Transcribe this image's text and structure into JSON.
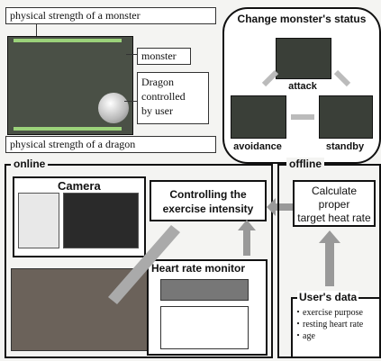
{
  "game_screen": {
    "monster_strength_label": "physical strength of a monster",
    "monster_label": "monster",
    "dragon_label_lines": [
      "Dragon",
      "controlled",
      "by user"
    ],
    "dragon_strength_label": "physical strength of a dragon"
  },
  "status_panel": {
    "title": "Change monster's status",
    "states": [
      "attack",
      "avoidance",
      "standby"
    ]
  },
  "online": {
    "title": "online",
    "camera_label": "Camera",
    "controller_lines": [
      "Controlling the",
      "exercise intensity"
    ],
    "heart_rate_label": "Heart rate monitor"
  },
  "offline": {
    "title": "offline",
    "calc_lines": [
      "Calculate",
      "proper",
      "target heat rate"
    ],
    "user_data_title": "User's data",
    "user_data_items": [
      "exercise purpose",
      "resting heart rate",
      "age"
    ]
  }
}
